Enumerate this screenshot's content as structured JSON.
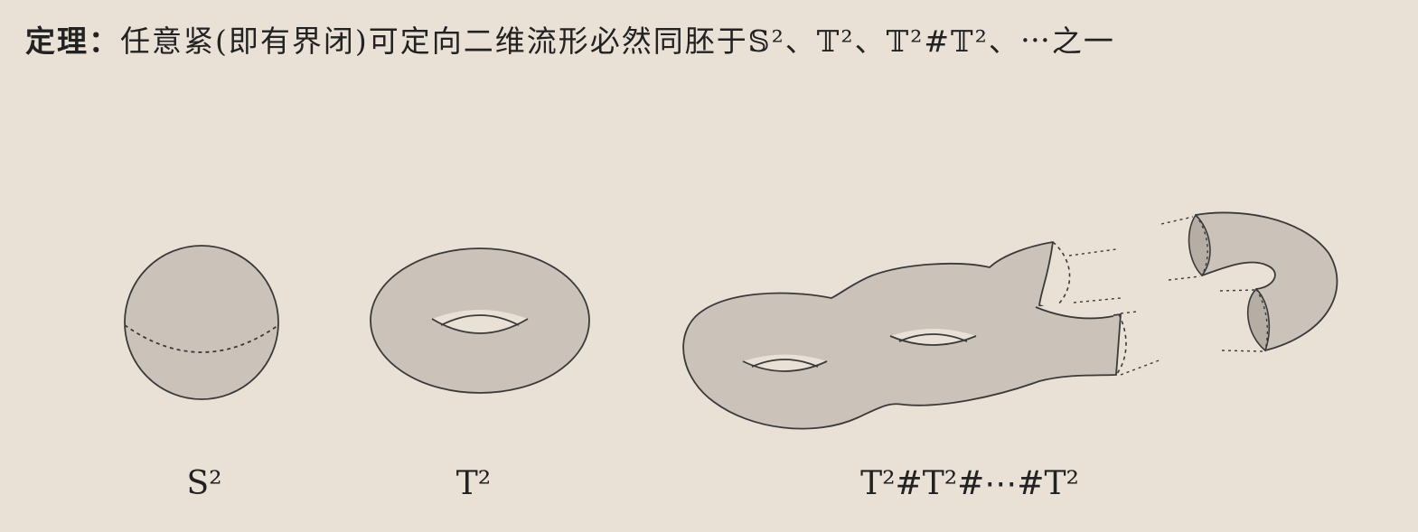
{
  "theorem": {
    "label": "定理：",
    "text": "任意紧(即有界闭)可定向二维流形必然同胚于𝕊²、𝕋²、𝕋²#𝕋²、⋯之一"
  },
  "captions": {
    "sphere": "S²",
    "torus": "T²",
    "connected_sum": "T²#T²#⋯#T²"
  },
  "colors": {
    "background": "#e9e1d6",
    "surface_fill": "#cbc3ba",
    "outline": "#3a3a3a"
  }
}
